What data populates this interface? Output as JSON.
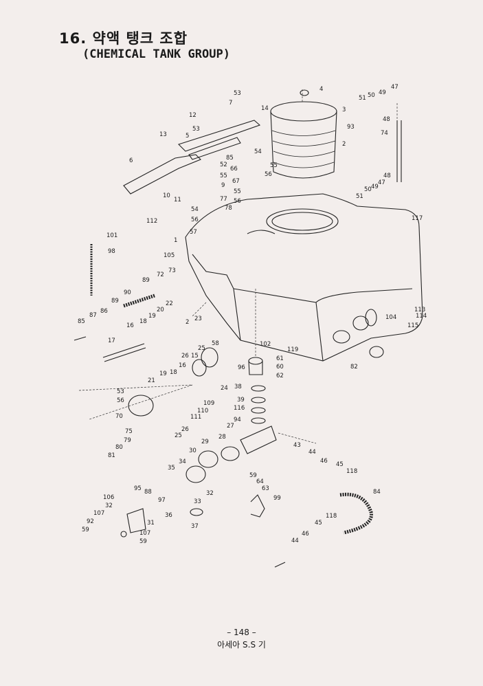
{
  "title_ko": "16. 약액 탱크 조합",
  "title_en": "(CHEMICAL TANK GROUP)",
  "page_number": "– 148 –",
  "brand": "아세아 S.S 기",
  "labels": {
    "53a": "53",
    "4": "4",
    "7": "7",
    "14": "14",
    "3": "3",
    "12": "12",
    "53b": "53",
    "93": "93",
    "5": "5",
    "2": "2",
    "13": "13",
    "85a": "85",
    "54a": "54",
    "52": "52",
    "55a": "55",
    "66": "66",
    "55b": "55",
    "6": "6",
    "56a": "56",
    "9": "9",
    "67": "67",
    "10": "10",
    "11": "11",
    "55c": "55",
    "77": "77",
    "56b": "56",
    "54b": "54",
    "78": "78",
    "56c": "56",
    "51a": "51",
    "50a": "50",
    "49a": "49",
    "47a": "47",
    "48a": "48",
    "74": "74",
    "48b": "48",
    "50b": "50",
    "49b": "49",
    "47b": "47",
    "51b": "51",
    "112": "112",
    "117": "117",
    "101": "101",
    "98": "98",
    "1": "1",
    "57": "57",
    "105": "105",
    "73": "73",
    "89a": "89",
    "72": "72",
    "90": "90",
    "89b": "89",
    "22": "22",
    "86": "86",
    "87": "87",
    "85b": "85",
    "20": "20",
    "19a": "19",
    "2b": "2",
    "23": "23",
    "16a": "16",
    "18a": "18",
    "17": "17",
    "26a": "26",
    "25a": "25",
    "58": "58",
    "15": "15",
    "16b": "16",
    "24": "24",
    "19b": "19",
    "18b": "18",
    "21": "21",
    "53c": "53",
    "56d": "56",
    "109": "109",
    "110": "110",
    "111": "111",
    "70": "70",
    "26b": "26",
    "25b": "25",
    "75": "75",
    "113": "113",
    "104": "104",
    "114": "114",
    "115": "115",
    "102": "102",
    "119": "119",
    "61": "61",
    "60": "60",
    "62": "62",
    "82": "82",
    "96": "96",
    "38": "38",
    "39": "39",
    "116": "116",
    "94": "94",
    "27": "27",
    "43": "43",
    "44a": "44",
    "46a": "46",
    "45a": "45",
    "118a": "118",
    "84": "84",
    "79": "79",
    "80": "80",
    "81": "81",
    "29": "29",
    "28": "28",
    "30": "30",
    "34": "34",
    "35": "35",
    "95": "95",
    "88": "88",
    "59a": "59",
    "64": "64",
    "63": "63",
    "99": "99",
    "97": "97",
    "33": "33",
    "32a": "32",
    "36": "36",
    "37": "37",
    "106": "106",
    "32b": "32",
    "107a": "107",
    "92": "92",
    "59b": "59",
    "31": "31",
    "107b": "107",
    "59c": "59",
    "118b": "118",
    "45b": "45",
    "44b": "44",
    "46b": "46"
  }
}
